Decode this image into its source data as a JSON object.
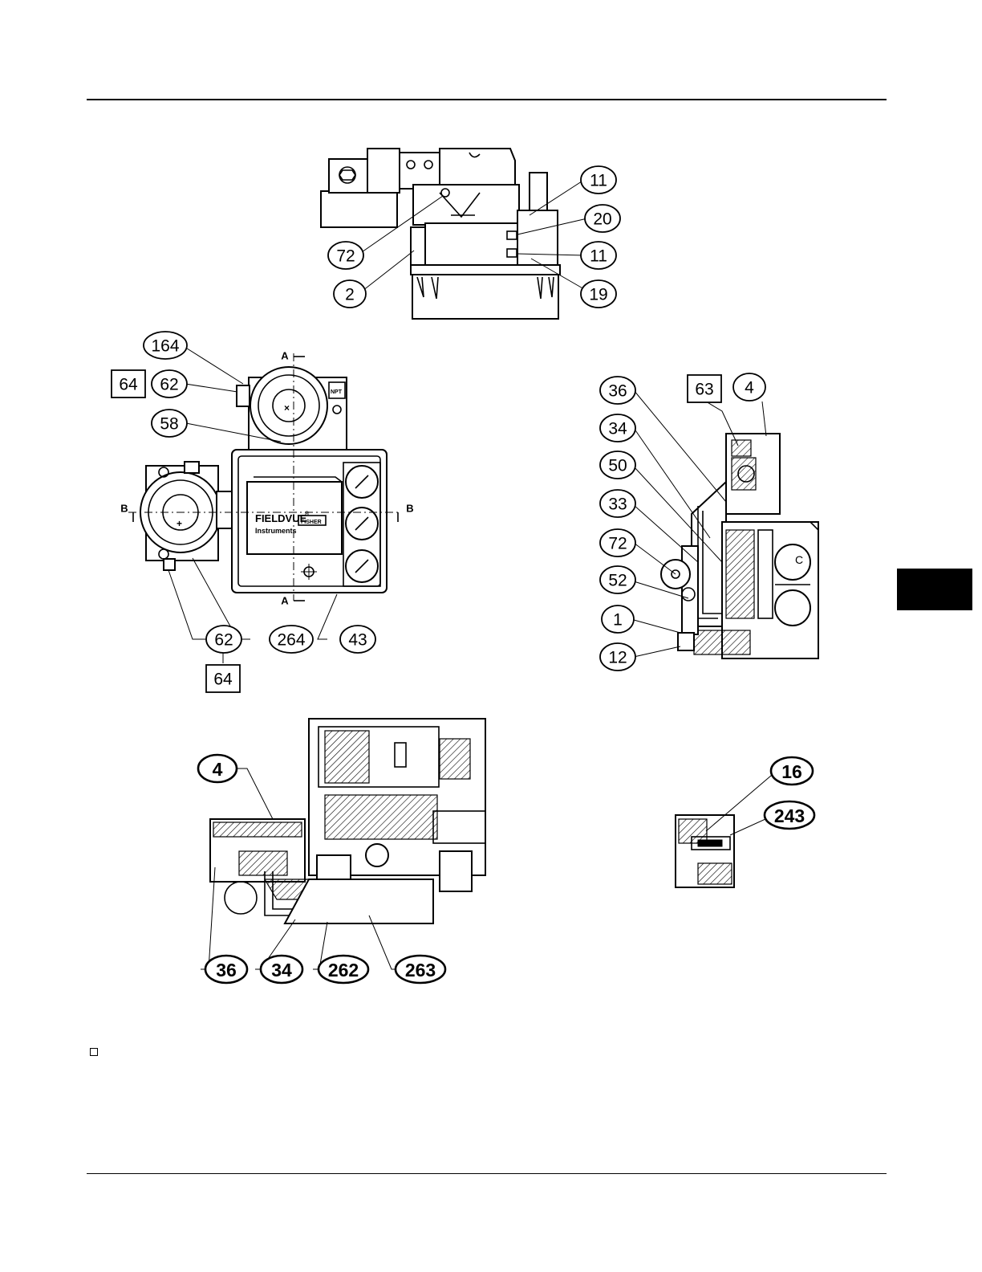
{
  "labels": {
    "top_view": [
      "11",
      "20",
      "11",
      "19",
      "72",
      "2"
    ],
    "front_view": [
      "164",
      "62",
      "64",
      "58",
      "62",
      "64",
      "264",
      "43"
    ],
    "section_aa": [
      "36",
      "63",
      "4",
      "34",
      "50",
      "33",
      "72",
      "52",
      "1",
      "12"
    ],
    "section_bb": [
      "4",
      "36",
      "34",
      "262",
      "263"
    ],
    "detail": [
      "16",
      "243"
    ]
  },
  "view_marks": {
    "a": "A",
    "b": "B",
    "c": "C"
  },
  "nameplate": {
    "brand": "FIELDVUE",
    "reg": "®",
    "sub": "Instruments",
    "badge": "FISHER"
  },
  "terminal_mark": "NPT"
}
